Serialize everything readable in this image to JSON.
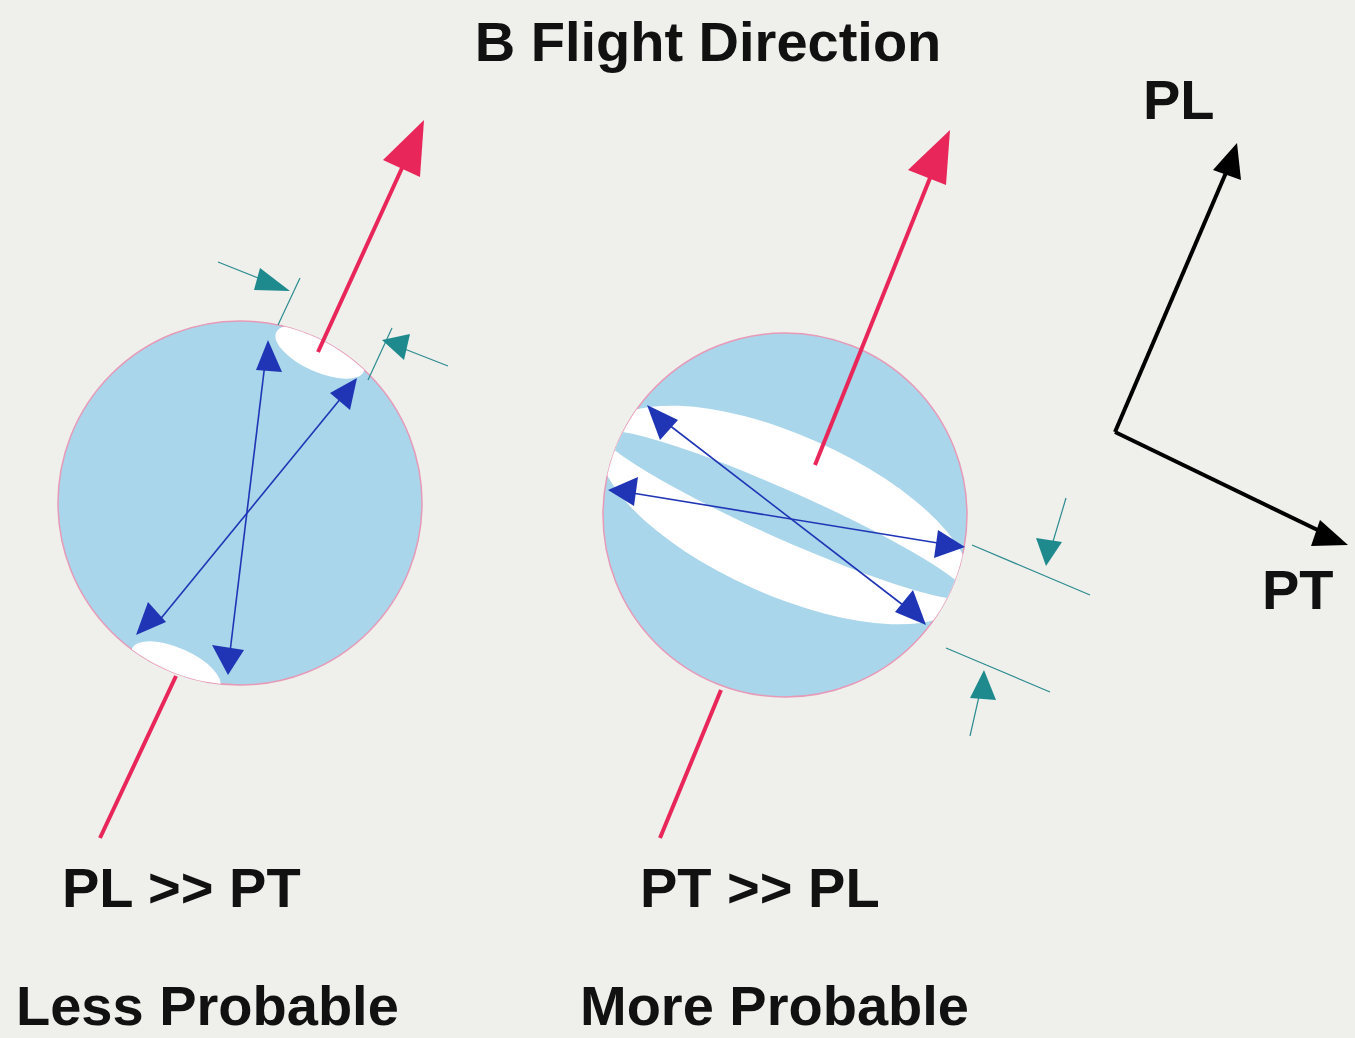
{
  "diagram": {
    "title": "B Flight Direction",
    "labels": [
      "PL >> PT",
      "Less Probable",
      "PT >> PL",
      "More Probable",
      "PL",
      "PT"
    ]
  }
}
